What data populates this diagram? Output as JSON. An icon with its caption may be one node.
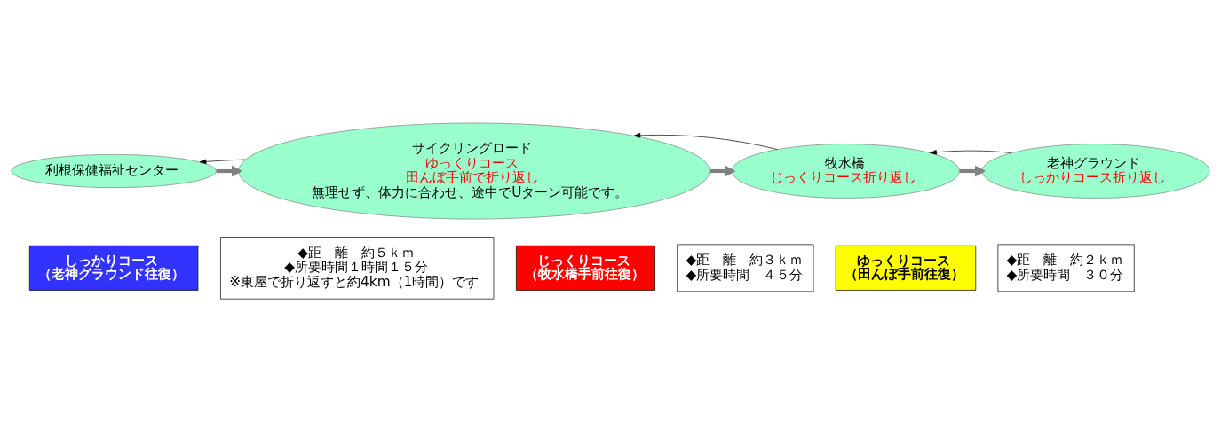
{
  "diagram": {
    "nodes": [
      {
        "text": [
          "利根保健福祉センター"
        ]
      },
      {
        "text": [
          "サイクリングロード",
          "ゆっくりコース",
          "田んぼ手前で折り返し",
          "無理せず、体力に合わせ、途中でUターン可能です。"
        ]
      },
      {
        "text": [
          "牧水橋",
          "じっくりコース折り返し"
        ]
      },
      {
        "text": [
          "老神グラウンド",
          "しっかりコース折り返し"
        ]
      },
      {
        "text": [
          "しっかりコース",
          "（老神グラウンド往復）"
        ]
      },
      {
        "text": [
          "◆距　離　約５ｋｍ",
          "◆所要時間１時間１５分",
          "※東屋で折り返すと約4km（1時間）です"
        ]
      },
      {
        "text": [
          "じっくりコース",
          "（牧水橋手前往復）"
        ]
      },
      {
        "text": [
          "◆距　離　約３ｋｍ",
          "◆所要時間　４５分"
        ]
      },
      {
        "text": [
          "ゆっくりコース",
          "（田んぼ手前往復）"
        ]
      },
      {
        "text": [
          "◆距　離　約２ｋｍ",
          "◆所要時間　３０分"
        ]
      }
    ],
    "edges": [
      {
        "from": 0,
        "to": 1,
        "arrow": "to",
        "style": "thick",
        "color": "#808080"
      },
      {
        "from": 1,
        "to": 0,
        "arrow": "to",
        "color": "#000000"
      },
      {
        "from": 1,
        "to": 2,
        "arrow": "to",
        "style": "thick",
        "color": "#808080"
      },
      {
        "from": 2,
        "to": 1,
        "arrow": "to",
        "color": "#000000"
      },
      {
        "from": 2,
        "to": 3,
        "arrow": "to",
        "style": "thick",
        "color": "#808080"
      },
      {
        "from": 3,
        "to": 2,
        "arrow": "to",
        "color": "#000000"
      }
    ]
  }
}
